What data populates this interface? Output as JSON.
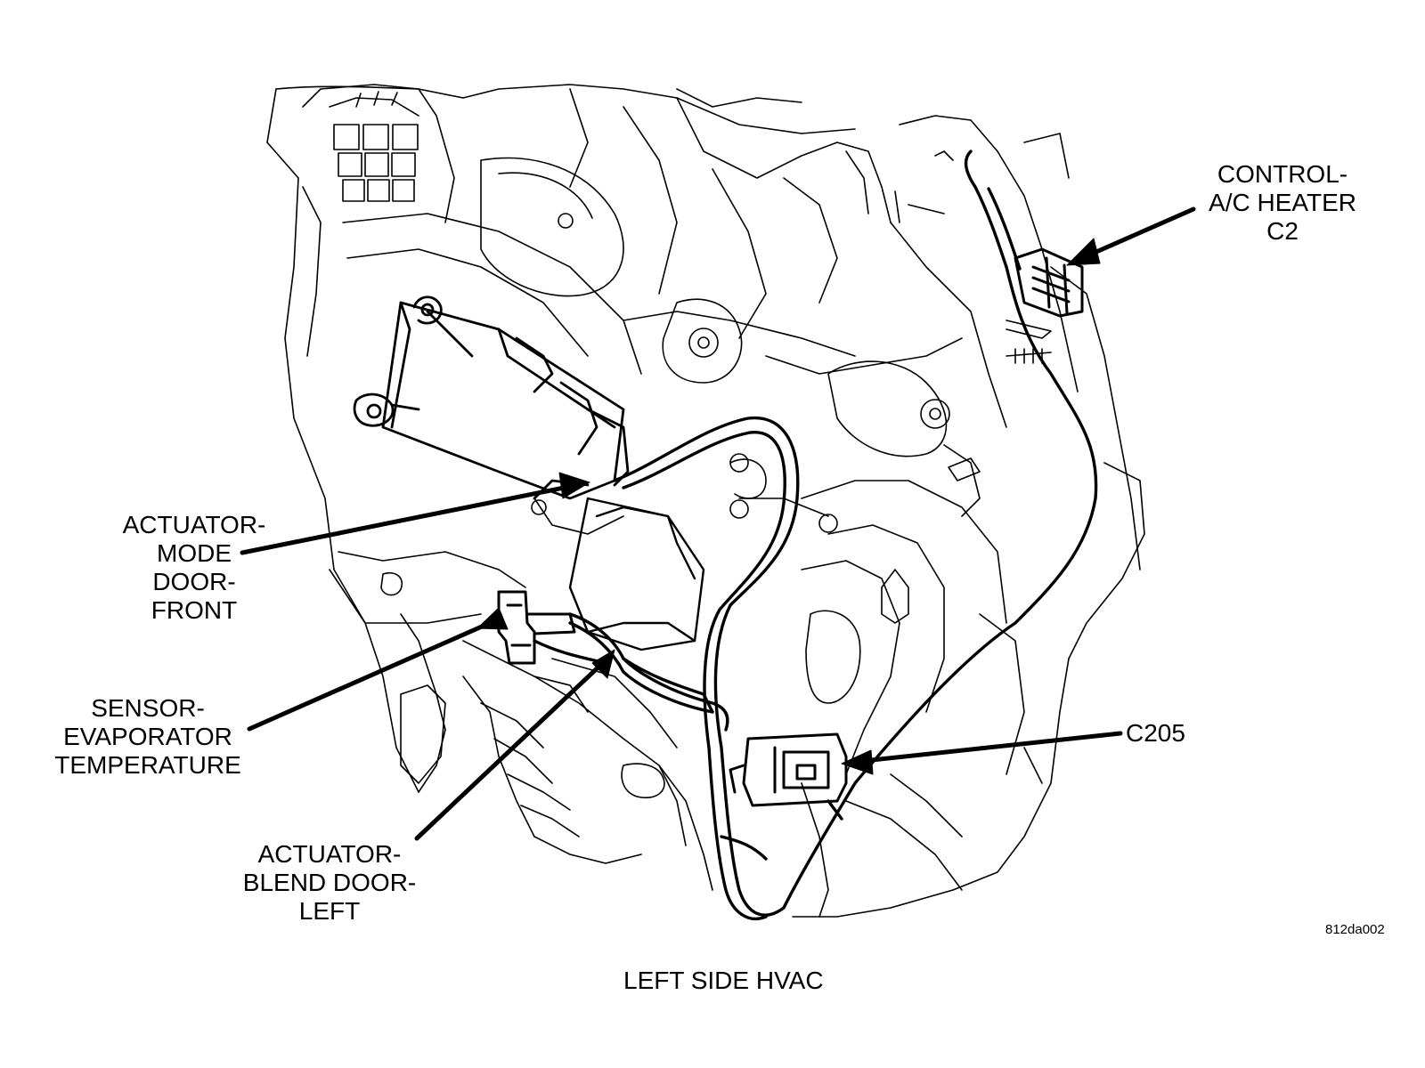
{
  "caption": "LEFT SIDE HVAC",
  "figure_id": "812da002",
  "callouts": {
    "control_ac_heater": [
      "CONTROL-",
      "A/C HEATER",
      "C2"
    ],
    "actuator_mode_door": [
      "ACTUATOR-",
      "MODE",
      "DOOR-",
      "FRONT"
    ],
    "sensor_evaporator": [
      "SENSOR-",
      "EVAPORATOR",
      "TEMPERATURE"
    ],
    "actuator_blend_door": [
      "ACTUATOR-",
      "BLEND DOOR-",
      "LEFT"
    ],
    "c205": [
      "C205"
    ]
  },
  "colors": {
    "line": "#000000",
    "background": "#ffffff"
  }
}
